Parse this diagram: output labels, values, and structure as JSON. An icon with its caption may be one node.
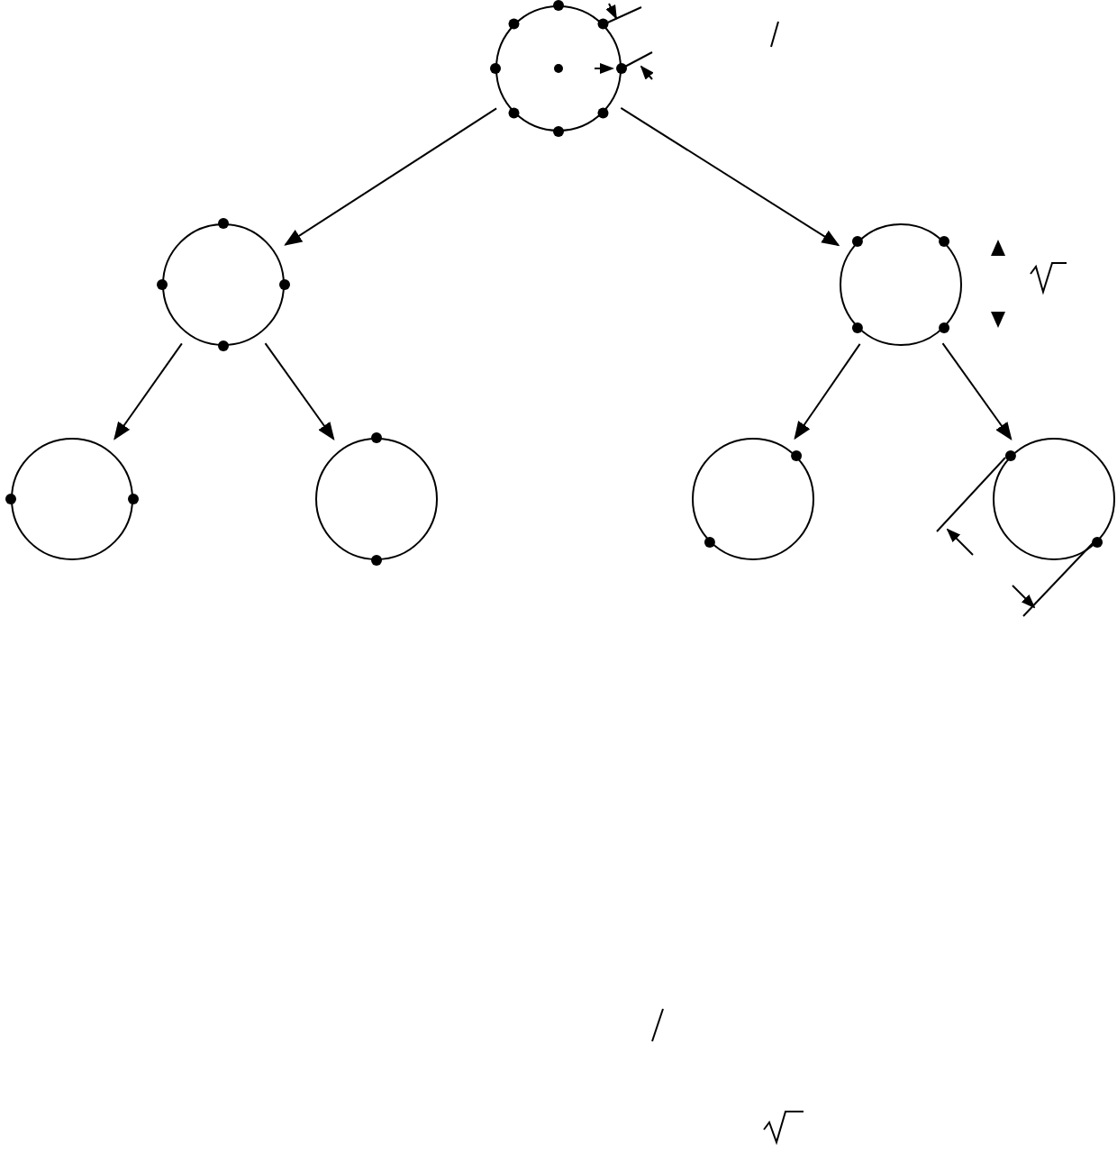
{
  "diagram": {
    "nodes": [
      {
        "text": [],
        "shape": "circle"
      },
      {
        "text": [],
        "shape": "circle"
      },
      {
        "text": [],
        "shape": "circle"
      },
      {
        "text": [],
        "shape": "circle"
      },
      {
        "text": [],
        "shape": "circle"
      },
      {
        "text": [],
        "shape": "circle"
      },
      {
        "text": [],
        "shape": "circle"
      }
    ],
    "edges": [
      {
        "from": 0,
        "to": 1,
        "arrow": "to"
      },
      {
        "from": 0,
        "to": 2,
        "arrow": "to"
      },
      {
        "from": 1,
        "to": 3,
        "arrow": "to"
      },
      {
        "from": 1,
        "to": 4,
        "arrow": "to"
      },
      {
        "from": 2,
        "to": 5,
        "arrow": "to"
      },
      {
        "from": 2,
        "to": 6,
        "arrow": "to"
      }
    ]
  }
}
